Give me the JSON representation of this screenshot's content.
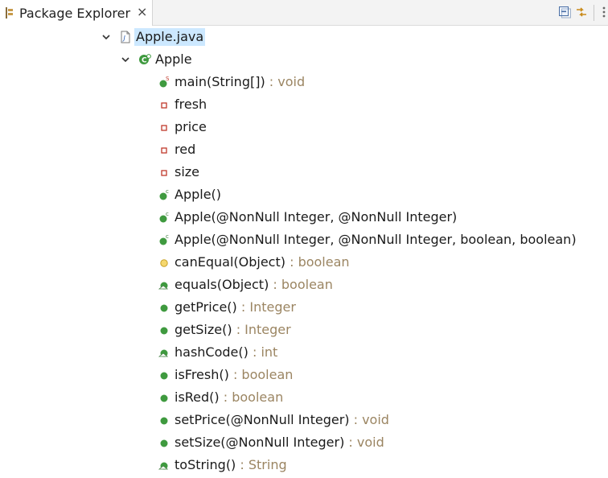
{
  "tab": {
    "title": "Package Explorer",
    "close_glyph": "×"
  },
  "toolbar": {
    "buttons": [
      "collapse-all-icon",
      "link-with-editor-icon",
      "view-menu-icon"
    ]
  },
  "colors": {
    "selection": "#cce8ff",
    "return_type": "#9b8562",
    "method_public": "#3f9a3f",
    "field_private": "#c0392b",
    "method_protected": "#e6b422"
  },
  "tree": {
    "file": {
      "label": "Apple.java",
      "icon": "java-file-icon"
    },
    "class": {
      "label": "Apple",
      "icon": "class-icon"
    },
    "members": [
      {
        "sig": "main(String[])",
        "ret": " : void",
        "icon": "static-method-icon"
      },
      {
        "sig": "fresh",
        "ret": "",
        "icon": "private-field-icon"
      },
      {
        "sig": "price",
        "ret": "",
        "icon": "private-field-icon"
      },
      {
        "sig": "red",
        "ret": "",
        "icon": "private-field-icon"
      },
      {
        "sig": "size",
        "ret": "",
        "icon": "private-field-icon"
      },
      {
        "sig": "Apple()",
        "ret": "",
        "icon": "constructor-icon"
      },
      {
        "sig": "Apple(@NonNull Integer, @NonNull Integer)",
        "ret": "",
        "icon": "constructor-icon"
      },
      {
        "sig": "Apple(@NonNull Integer, @NonNull Integer, boolean, boolean)",
        "ret": "",
        "icon": "constructor-icon"
      },
      {
        "sig": "canEqual(Object)",
        "ret": " : boolean",
        "icon": "protected-method-icon"
      },
      {
        "sig": "equals(Object)",
        "ret": " : boolean",
        "icon": "override-method-icon"
      },
      {
        "sig": "getPrice()",
        "ret": " : Integer",
        "icon": "public-method-icon"
      },
      {
        "sig": "getSize()",
        "ret": " : Integer",
        "icon": "public-method-icon"
      },
      {
        "sig": "hashCode()",
        "ret": " : int",
        "icon": "override-method-icon"
      },
      {
        "sig": "isFresh()",
        "ret": " : boolean",
        "icon": "public-method-icon"
      },
      {
        "sig": "isRed()",
        "ret": " : boolean",
        "icon": "public-method-icon"
      },
      {
        "sig": "setPrice(@NonNull Integer)",
        "ret": " : void",
        "icon": "public-method-icon"
      },
      {
        "sig": "setSize(@NonNull Integer)",
        "ret": " : void",
        "icon": "public-method-icon"
      },
      {
        "sig": "toString()",
        "ret": " : String",
        "icon": "override-method-icon"
      }
    ]
  }
}
